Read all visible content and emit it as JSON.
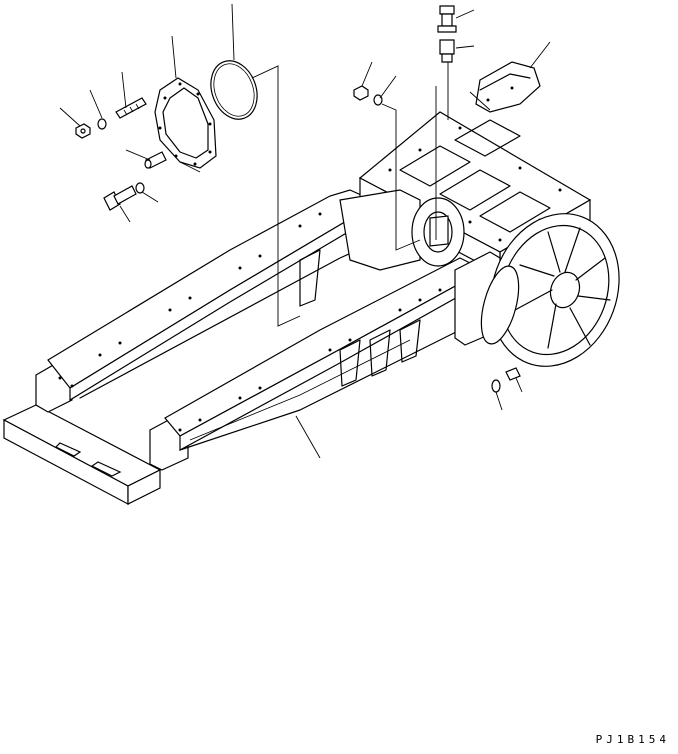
{
  "diagram": {
    "doc_code": "PJ1B154",
    "parts": [
      {
        "id": "main-frame",
        "icon": "track-frame-icon"
      },
      {
        "id": "cover-gasket",
        "icon": "gasket-icon"
      },
      {
        "id": "o-ring",
        "icon": "o-ring-icon"
      },
      {
        "id": "stud-bolt",
        "icon": "stud-icon"
      },
      {
        "id": "dowel-pin",
        "icon": "pin-icon"
      },
      {
        "id": "flange-bolt",
        "icon": "bolt-icon"
      },
      {
        "id": "nut",
        "icon": "nut-icon"
      },
      {
        "id": "washer",
        "icon": "washer-icon"
      },
      {
        "id": "grease-fitting",
        "icon": "fitting-icon"
      },
      {
        "id": "adapter",
        "icon": "adapter-icon"
      },
      {
        "id": "guard-plate",
        "icon": "guard-icon"
      },
      {
        "id": "idler-wheel",
        "icon": "wheel-icon"
      },
      {
        "id": "plug",
        "icon": "plug-icon"
      }
    ]
  }
}
